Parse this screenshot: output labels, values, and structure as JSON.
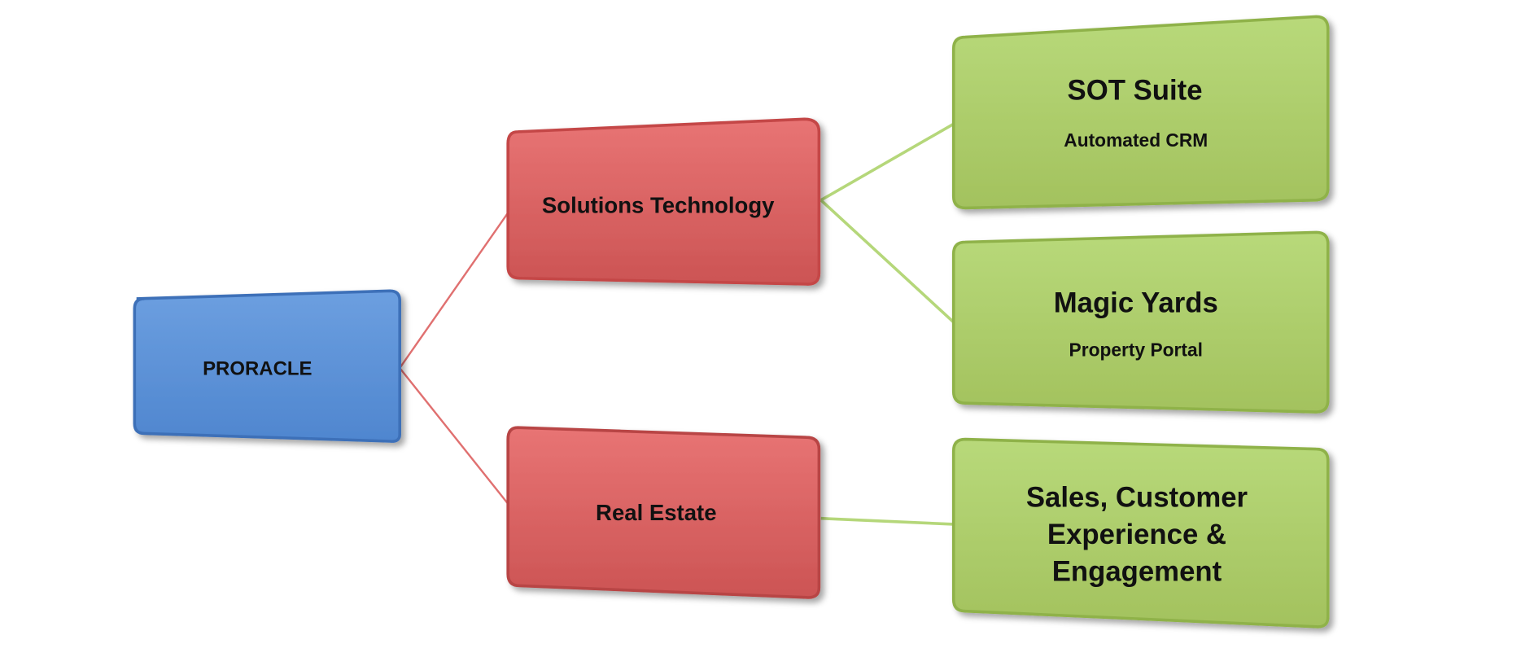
{
  "root": {
    "label": "PRORACLE"
  },
  "branches": [
    {
      "label": "Solutions Technology"
    },
    {
      "label": "Real Estate"
    }
  ],
  "leaves": [
    {
      "title": "SOT Suite",
      "subtitle": "Automated CRM"
    },
    {
      "title": "Magic Yards",
      "subtitle": "Property Portal"
    },
    {
      "lines": [
        "Sales, Customer",
        "Experience &",
        "Engagement"
      ]
    }
  ],
  "colors": {
    "root": "#5b8fd6",
    "branch": "#d85c5c",
    "leaf": "#a9c866",
    "root_line": "#e07070",
    "leaf_line": "#b5d77a"
  }
}
